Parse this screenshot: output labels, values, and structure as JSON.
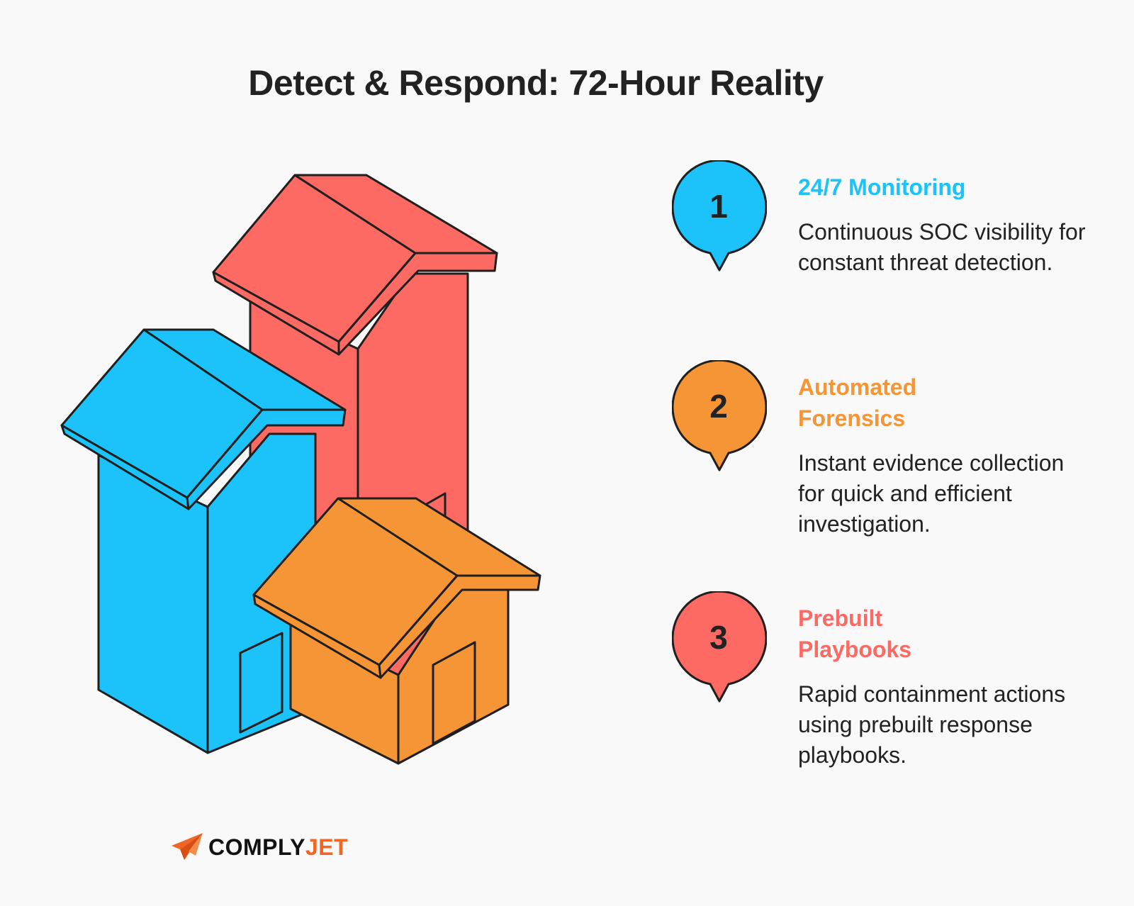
{
  "title": "Detect & Respond: 72-Hour Reality",
  "colors": {
    "blue": "#1cc2fa",
    "orange": "#f59536",
    "red": "#fd6963",
    "outline": "#1f1f1f",
    "brand_orange": "#f26522"
  },
  "illustration": "three-houses",
  "steps": [
    {
      "number": "1",
      "heading": "24/7 Monitoring",
      "description": "Continuous SOC visibility for constant threat detection.",
      "color": "#1cc2fa"
    },
    {
      "number": "2",
      "heading": "Automated Forensics",
      "description": "Instant evidence collection for quick and efficient investigation.",
      "color": "#f59536"
    },
    {
      "number": "3",
      "heading": "Prebuilt Playbooks",
      "description": "Rapid containment actions using prebuilt response playbooks.",
      "color": "#fd6963"
    }
  ],
  "brand": {
    "name_part1": "COMPLY",
    "name_part2": "JET",
    "icon": "paper-plane-icon"
  }
}
